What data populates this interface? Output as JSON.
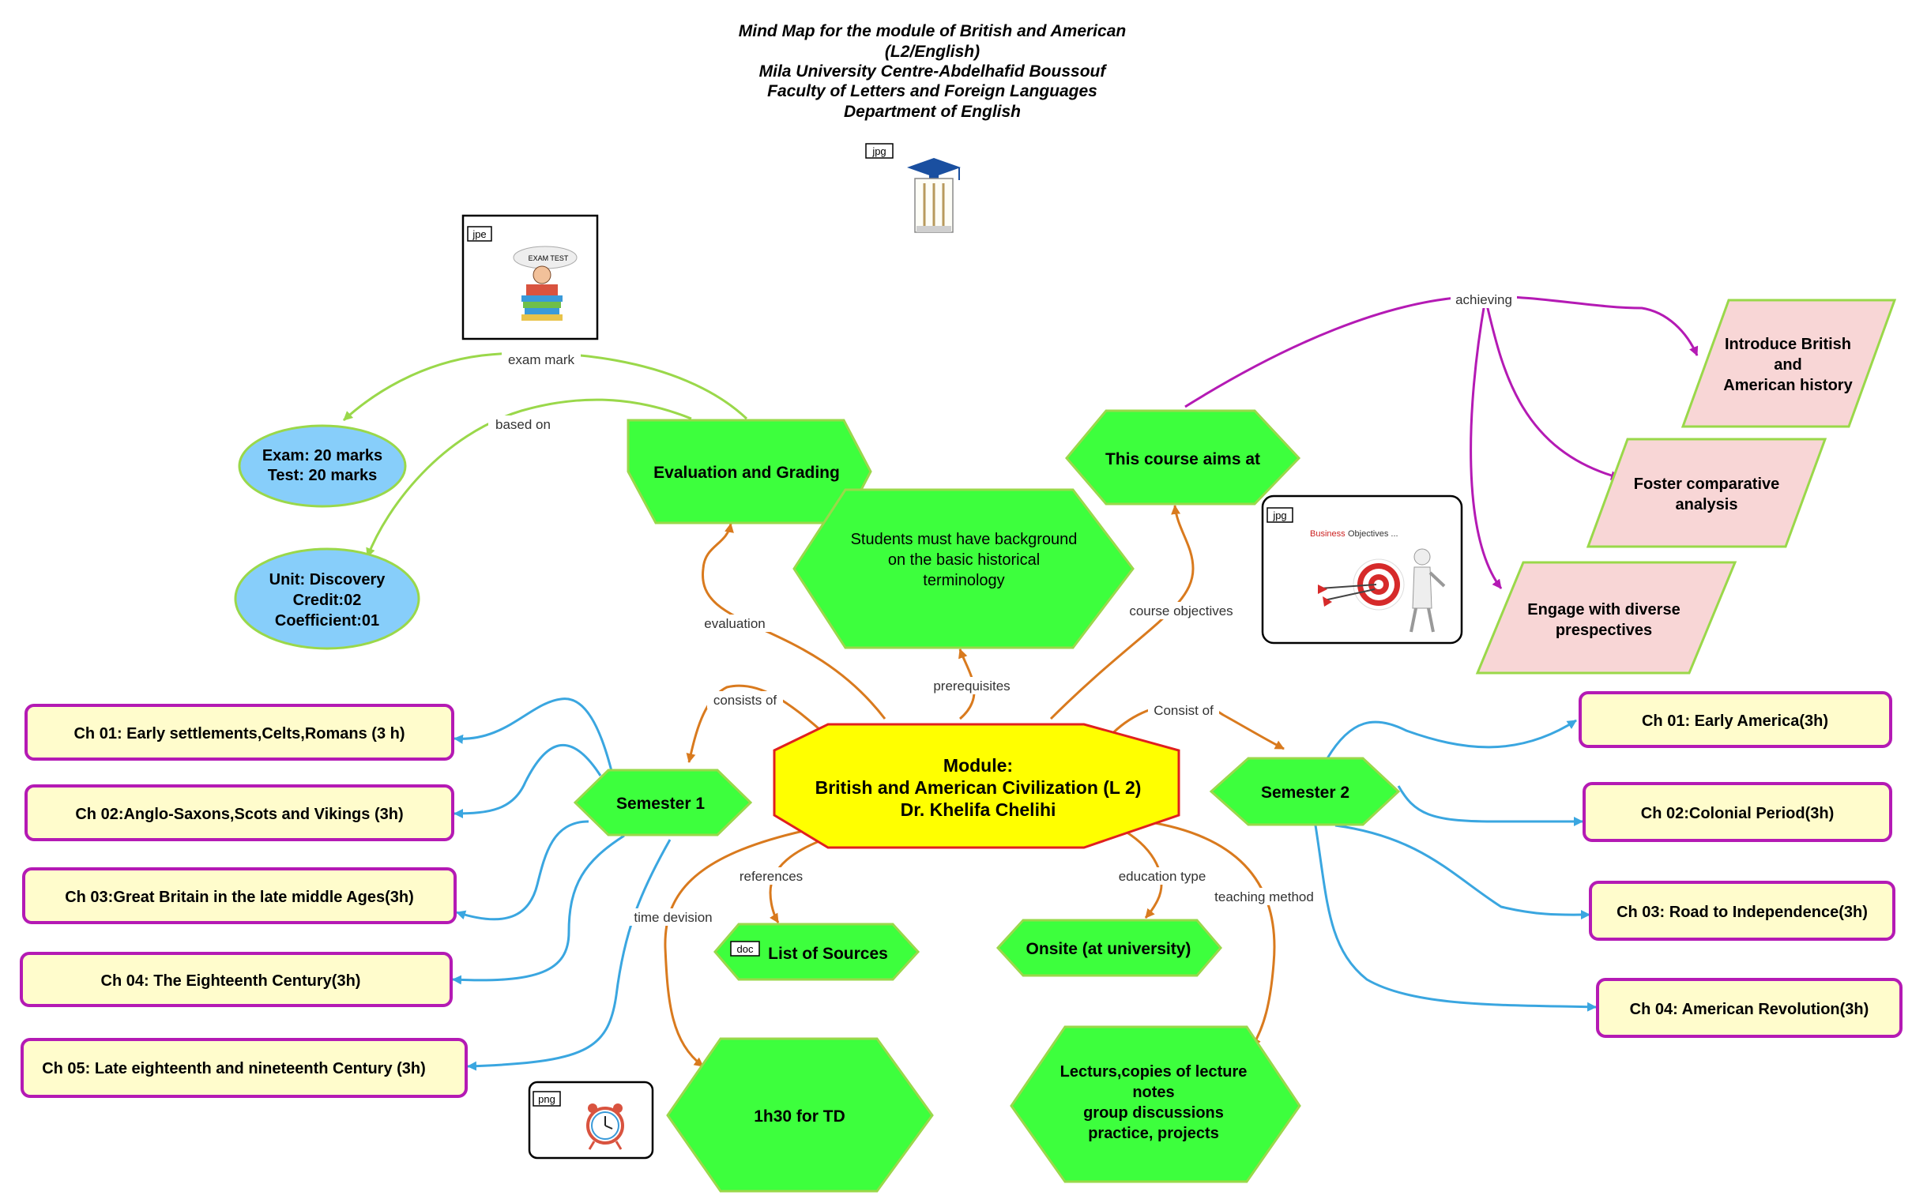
{
  "title_lines": [
    "Mind Map for the module of British and American",
    "(L2/English)",
    "Mila University Centre-Abdelhafid Boussouf",
    "Faculty of Letters and Foreign Languages",
    "Department of English"
  ],
  "central": {
    "lines": [
      "Module:",
      "British and American Civilization (L 2)",
      "Dr. Khelifa Chelihi"
    ],
    "color": "#ffff00",
    "border": "#e0201e"
  },
  "nodes": {
    "evaluation": "Evaluation and Grading",
    "prerequisites": [
      "Students must have background",
      "on  the basic historical",
      "terminology"
    ],
    "aims": "This course aims at",
    "semester1": "Semester 1",
    "semester2": "Semester 2",
    "sources": "List of Sources",
    "onsite": "Onsite (at university)",
    "td": "1h30 for TD",
    "teaching": [
      "Lecturs,copies of lecture",
      "notes",
      "group discussions",
      "practice, projects"
    ],
    "exam": [
      "Exam: 20 marks",
      "Test: 20 marks"
    ],
    "unit": [
      "Unit: Discovery",
      "Credit:02",
      "Coefficient:01"
    ]
  },
  "objectives": [
    [
      "Introduce British",
      "and",
      "American history"
    ],
    [
      "Foster comparative",
      "analysis"
    ],
    [
      "Engage with diverse",
      "prespectives"
    ]
  ],
  "semester1_chapters": [
    "Ch 01: Early settlements,Celts,Romans (3 h)",
    "Ch 02:Anglo-Saxons,Scots and Vikings (3h)",
    "Ch 03:Great Britain in the late middle Ages(3h)",
    "Ch 04: The Eighteenth Century(3h)",
    "Ch 05: Late  eighteenth and nineteenth Century (3h)"
  ],
  "semester2_chapters": [
    "Ch 01: Early America(3h)",
    "Ch 02:Colonial Period(3h)",
    "Ch 03: Road to Independence(3h)",
    "Ch 04: American Revolution(3h)"
  ],
  "edge_labels": {
    "exam_mark": "exam mark",
    "based_on": "based on",
    "achieving": "achieving",
    "evaluation": "evaluation",
    "prerequisites": "prerequisites",
    "course_objectives": "course objectives",
    "consists_of": "consists of",
    "consist_of": "Consist of",
    "references": "references",
    "time_devision": "time devision",
    "education_type": "education type",
    "teaching_method": "teaching method"
  },
  "attachments": {
    "logo_tag": "jpg",
    "exam_image_tag": "jpe",
    "exam_image_text": "EXAM TEST",
    "objectives_image_tag": "jpg",
    "objectives_image_text_red": "Business",
    "objectives_image_text_dark": "Objectives ...",
    "clock_image_tag": "png",
    "sources_tag": "doc"
  },
  "colors": {
    "hexagon_green": "#3dff3d",
    "hexagon_border": "#9ad84a",
    "chapter_fill": "#fffccc",
    "chapter_border": "#b41ab4",
    "ellipse_blue": "#87cefa",
    "objective_pink": "#f8d6d6",
    "edge_orange": "#d97a1e",
    "edge_green": "#9ad84a",
    "edge_blue": "#3aa6e0",
    "edge_purple": "#b41ab4"
  }
}
